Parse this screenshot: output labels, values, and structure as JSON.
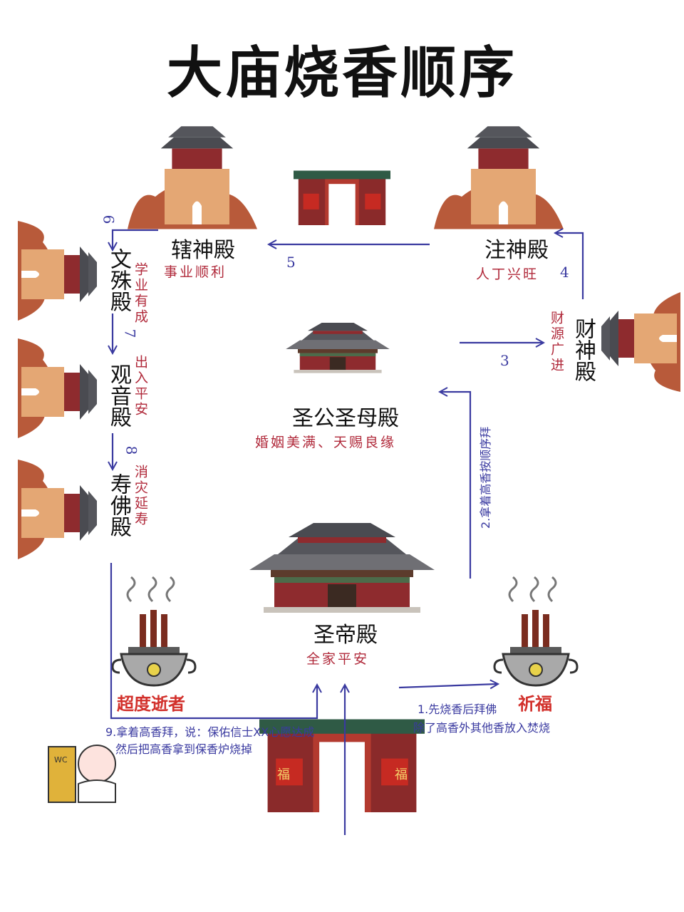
{
  "title": "大庙烧香顺序",
  "halls": {
    "shengdi": {
      "name": "圣帝殿",
      "wish": "全家平安"
    },
    "shenggong": {
      "name": "圣公圣母殿",
      "wish": "婚姻美满、天赐良缘"
    },
    "caishen": {
      "name": "财神殿",
      "wish": "财源广进"
    },
    "zhushen": {
      "name": "注神殿",
      "wish": "人丁兴旺"
    },
    "xiashen": {
      "name": "辖神殿",
      "wish": "事业顺利"
    },
    "wenshu": {
      "name": "文殊殿",
      "wish": "学业有成"
    },
    "guanyin": {
      "name": "观音殿",
      "wish": "出入平安"
    },
    "shoufo": {
      "name": "寿佛殿",
      "wish": "消灾延寿"
    }
  },
  "steps": {
    "s1_line1": "1.先烧香后拜佛",
    "s1_line2": "除了高香外其他香放入焚烧",
    "s2": "2.拿着高香按顺序拜",
    "s3": "3",
    "s4": "4",
    "s5": "5",
    "s6": "6",
    "s7": "7",
    "s8": "8",
    "s9_line1": "9.拿着高香拜，说：保佑信士XX心愿达成",
    "s9_line2": "然后把高香拿到保香炉烧掉"
  },
  "burners": {
    "left": "超度逝者",
    "right": "祈福"
  },
  "gate_plaque": "福",
  "wc_sign": "WC",
  "colors": {
    "arrow": "#3a3aa0",
    "wish": "#b0293a",
    "burner": "#d2302b"
  }
}
